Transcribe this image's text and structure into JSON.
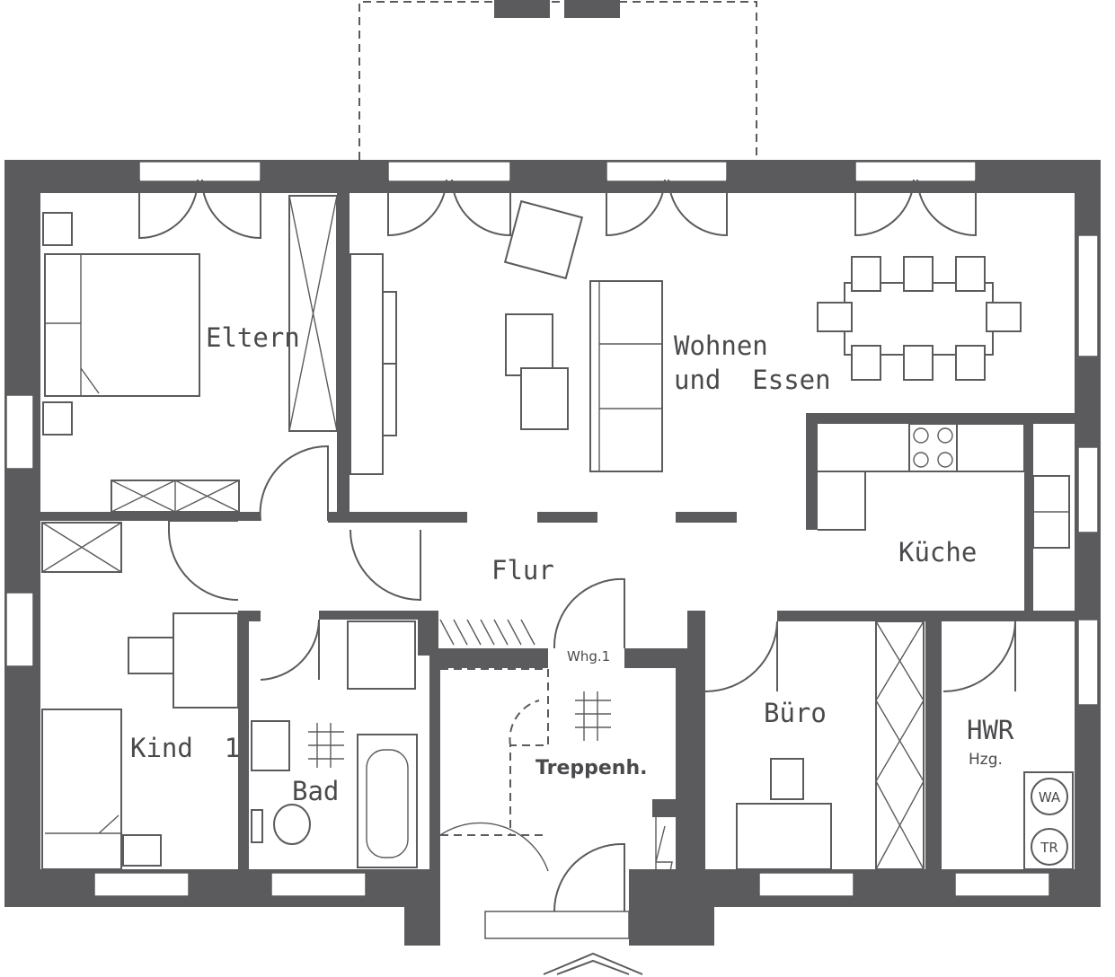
{
  "rooms": {
    "eltern": "Eltern",
    "wohnen_line1": "Wohnen",
    "wohnen_line2": "und  Essen",
    "kueche": "Küche",
    "flur": "Flur",
    "kind": "Kind  1",
    "bad": "Bad",
    "whg": "Whg.1",
    "treppenhaus": "Treppenh.",
    "buero": "Büro",
    "hwr": "HWR",
    "hzg": "Hzg."
  },
  "appliances": {
    "washer": "WA",
    "dryer": "TR"
  },
  "colors": {
    "wall": "#5b5b5e"
  }
}
